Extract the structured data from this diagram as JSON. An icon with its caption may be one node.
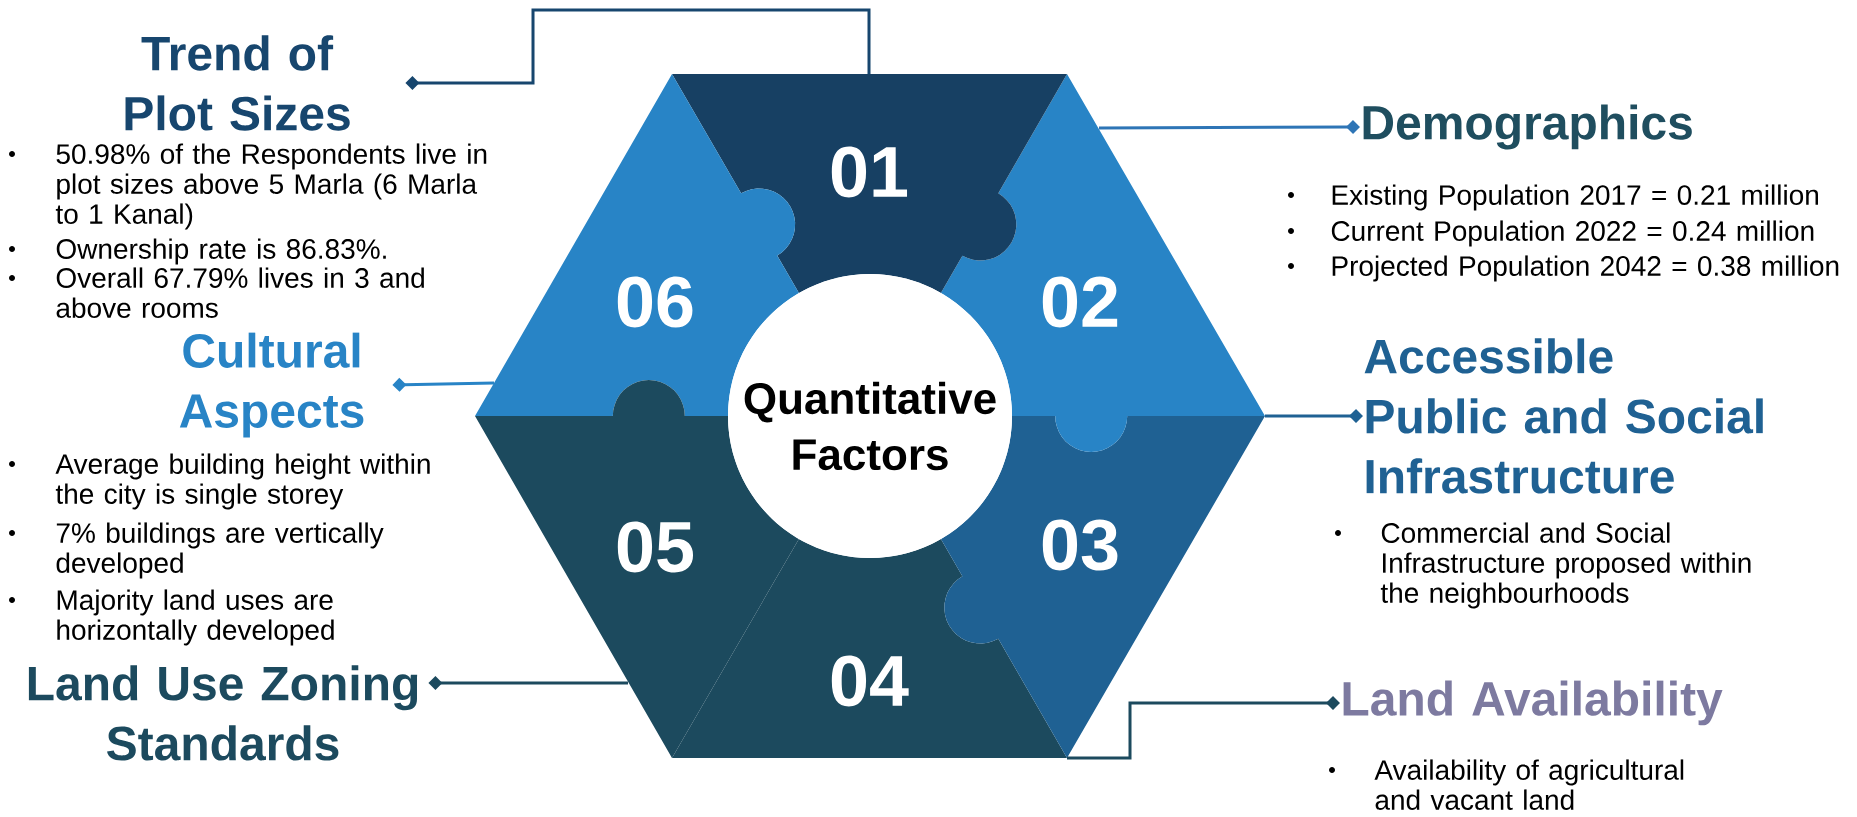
{
  "diagram": {
    "nodes": [
      {
        "text": [
          "Quantitative Factors"
        ]
      },
      {
        "text": [
          "01"
        ]
      },
      {
        "text": [
          "02"
        ]
      },
      {
        "text": [
          "03"
        ]
      },
      {
        "text": [
          "04"
        ]
      },
      {
        "text": [
          "05"
        ]
      },
      {
        "text": [
          "06"
        ]
      },
      {
        "text": [
          "Trend of Plot Sizes",
          "50.98% of the Respondents live in plot sizes above 5 Marla (6 Marla to 1 Kanal)",
          "Ownership rate is 86.83%.",
          "Overall 67.79% lives in 3 and above rooms"
        ]
      },
      {
        "text": [
          "Demographics",
          "Existing Population 2017 = 0.21 million",
          "Current Population 2022 = 0.24 million",
          "Projected Population 2042 = 0.38 million"
        ]
      },
      {
        "text": [
          "Cultural Aspects",
          "Average building height within the city is single storey",
          "7% buildings are vertically developed",
          "Majority land uses are horizontally developed"
        ]
      },
      {
        "text": [
          "Accessible Public and Social Infrastructure",
          "Commercial and Social Infrastructure proposed within the neighbourhoods"
        ]
      },
      {
        "text": [
          "Land Use Zoning Standards"
        ]
      },
      {
        "text": [
          "Land Availability",
          "Availability of agricultural and vacant land"
        ]
      }
    ],
    "edges": [
      {
        "from": 1,
        "to": 7,
        "arrow": "other",
        "color": "#17466e"
      },
      {
        "from": 2,
        "to": 8,
        "arrow": "other",
        "color": "#2e75b6"
      },
      {
        "from": 6,
        "to": 9,
        "arrow": "other",
        "color": "#2884c6"
      },
      {
        "from": 3,
        "to": 10,
        "arrow": "other",
        "color": "#1f6193"
      },
      {
        "from": 5,
        "to": 11,
        "arrow": "other",
        "color": "#1c4a5e"
      },
      {
        "from": 4,
        "to": 12,
        "arrow": "other",
        "color": "#1c4a5e"
      }
    ]
  }
}
